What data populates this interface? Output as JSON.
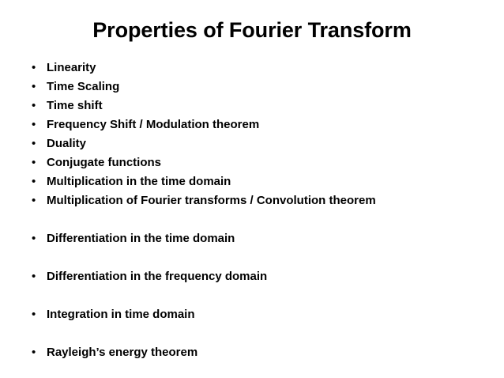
{
  "slide": {
    "title": "Properties of Fourier Transform",
    "background_color": "#ffffff",
    "text_color": "#000000",
    "bullet_glyph": "•",
    "bullets": [
      {
        "text": "Linearity",
        "spaced": false
      },
      {
        "text": "Time Scaling",
        "spaced": false
      },
      {
        "text": "Time shift",
        "spaced": false
      },
      {
        "text": "Frequency Shift / Modulation theorem",
        "spaced": false
      },
      {
        "text": "Duality",
        "spaced": false
      },
      {
        "text": "Conjugate functions",
        "spaced": false
      },
      {
        "text": "Multiplication in the time domain",
        "spaced": false
      },
      {
        "text": "Multiplication of Fourier transforms / Convolution theorem",
        "spaced": false
      },
      {
        "text": "Differentiation in the time domain",
        "spaced": true
      },
      {
        "text": "Differentiation in the frequency domain",
        "spaced": true
      },
      {
        "text": "Integration in time domain",
        "spaced": true
      },
      {
        "text": "Rayleigh’s energy theorem",
        "spaced": true
      }
    ]
  }
}
